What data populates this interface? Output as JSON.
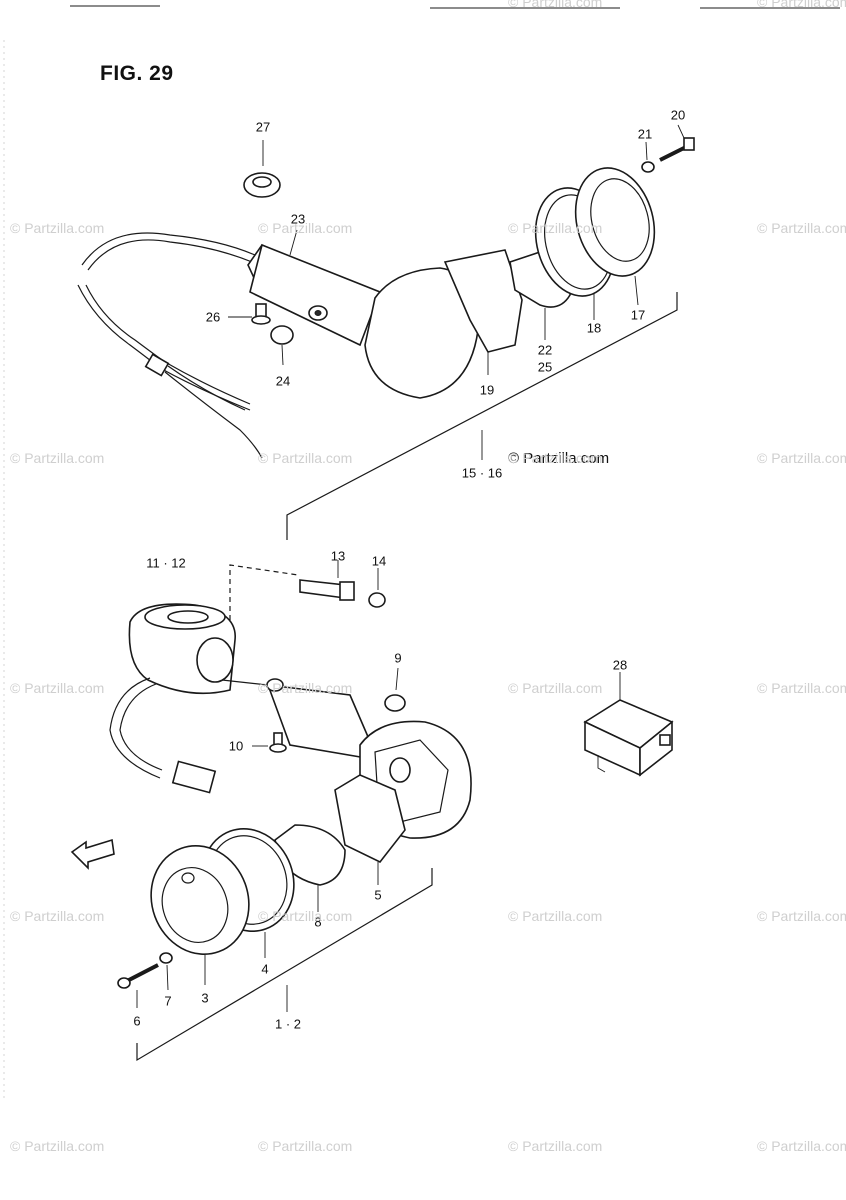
{
  "figure": {
    "title": "FIG. 29"
  },
  "copyright": "© Partzilla.com",
  "watermark": "© Partzilla.com",
  "callouts": [
    {
      "id": "27",
      "label": "27"
    },
    {
      "id": "23",
      "label": "23"
    },
    {
      "id": "21",
      "label": "21"
    },
    {
      "id": "20",
      "label": "20"
    },
    {
      "id": "26",
      "label": "26"
    },
    {
      "id": "24",
      "label": "24"
    },
    {
      "id": "19",
      "label": "19"
    },
    {
      "id": "22-25a",
      "label": "22"
    },
    {
      "id": "22-25b",
      "label": "25"
    },
    {
      "id": "18",
      "label": "18"
    },
    {
      "id": "17",
      "label": "17"
    },
    {
      "id": "15-16",
      "label": "15 · 16"
    },
    {
      "id": "11-12",
      "label": "11 · 12"
    },
    {
      "id": "13",
      "label": "13"
    },
    {
      "id": "14",
      "label": "14"
    },
    {
      "id": "9",
      "label": "9"
    },
    {
      "id": "28",
      "label": "28"
    },
    {
      "id": "10",
      "label": "10"
    },
    {
      "id": "5",
      "label": "5"
    },
    {
      "id": "8",
      "label": "8"
    },
    {
      "id": "4",
      "label": "4"
    },
    {
      "id": "3",
      "label": "3"
    },
    {
      "id": "7",
      "label": "7"
    },
    {
      "id": "6",
      "label": "6"
    },
    {
      "id": "1-2",
      "label": "1 · 2"
    }
  ],
  "fwd_label": "FWD"
}
